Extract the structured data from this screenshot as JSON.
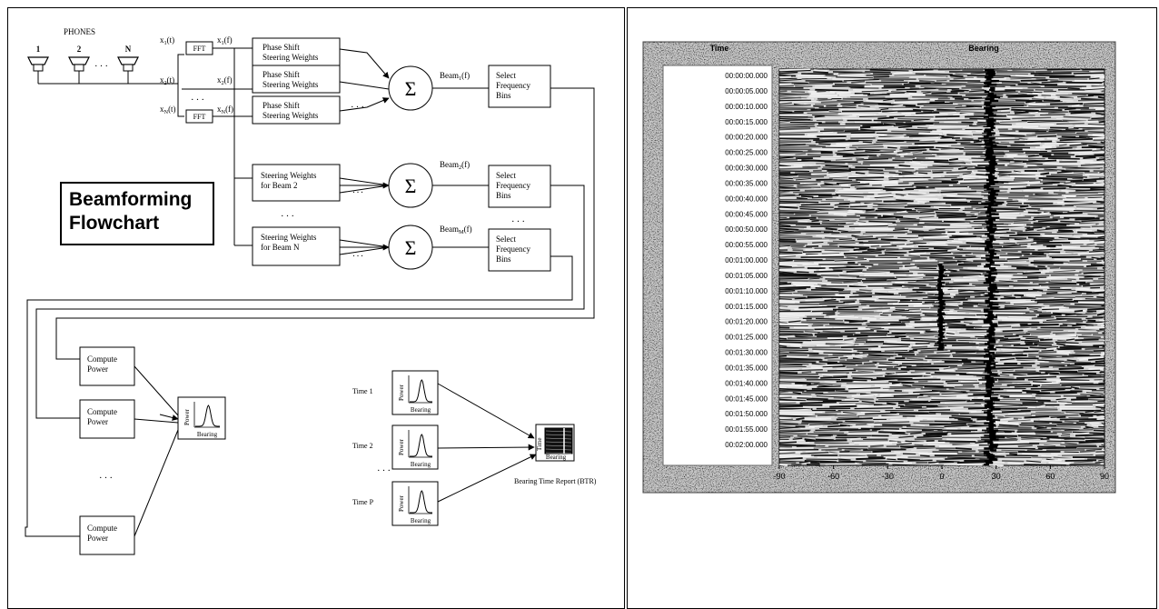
{
  "flowchart": {
    "title_line1": "Beamforming",
    "title_line2": "Flowchart",
    "phones_label": "PHONES",
    "phone_ids": [
      "1",
      "2",
      "N"
    ],
    "ellipsis": "...",
    "signals": [
      {
        "xt": "x",
        "xt_sub": "1",
        "xt_arg": "(t)",
        "xf": "x",
        "xf_sub": "1",
        "xf_arg": "(f)"
      },
      {
        "xt": "x",
        "xt_sub": "2",
        "xt_arg": "(t)",
        "xf": "x",
        "xf_sub": "2",
        "xf_arg": "(f)"
      },
      {
        "xt": "x",
        "xt_sub": "N",
        "xt_arg": "(t)",
        "xf": "x",
        "xf_sub": "N",
        "xf_arg": "(f)"
      }
    ],
    "fft_label": "FFT",
    "phase_shift": [
      "Phase Shift",
      "Steering Weights"
    ],
    "steer2": [
      "Steering Weights",
      "for Beam 2"
    ],
    "steerN": [
      "Steering Weights",
      "for Beam N"
    ],
    "sum_symbol": "Σ",
    "beams": [
      {
        "base": "Beam",
        "sub": "1",
        "arg": "(f)"
      },
      {
        "base": "Beam",
        "sub": "2",
        "arg": "(f)"
      },
      {
        "base": "Beam",
        "sub": "M",
        "arg": "(f)"
      }
    ],
    "select_bins": [
      "Select",
      "Frequency",
      "Bins"
    ],
    "compute_power": [
      "Compute",
      "Power"
    ],
    "mini_plot": {
      "y_label": "Power",
      "x_label": "Bearing"
    },
    "time_labels": [
      "Time 1",
      "Time 2",
      "Time P"
    ],
    "btr_label": "Bearing Time Report (BTR)",
    "btr_mini": {
      "y_label": "Time",
      "x_label": "Bearing"
    }
  },
  "btr_chart": {
    "axis_title_time": "Time",
    "axis_title_bearing": "Bearing",
    "time_ticks": [
      "00:00:00.000",
      "00:00:05.000",
      "00:00:10.000",
      "00:00:15.000",
      "00:00:20.000",
      "00:00:25.000",
      "00:00:30.000",
      "00:00:35.000",
      "00:00:40.000",
      "00:00:45.000",
      "00:00:50.000",
      "00:00:55.000",
      "00:01:00.000",
      "00:01:05.000",
      "00:01:10.000",
      "00:01:15.000",
      "00:01:20.000",
      "00:01:25.000",
      "00:01:30.000",
      "00:01:35.000",
      "00:01:40.000",
      "00:01:45.000",
      "00:01:50.000",
      "00:01:55.000",
      "00:02:00.000"
    ],
    "bearing_ticks": [
      "-90",
      "-60",
      "-30",
      "0",
      "30",
      "60",
      "90"
    ],
    "xlim": [
      -90,
      90
    ],
    "trace_bearing_deg": 30,
    "transient_bearing_deg": 0
  }
}
